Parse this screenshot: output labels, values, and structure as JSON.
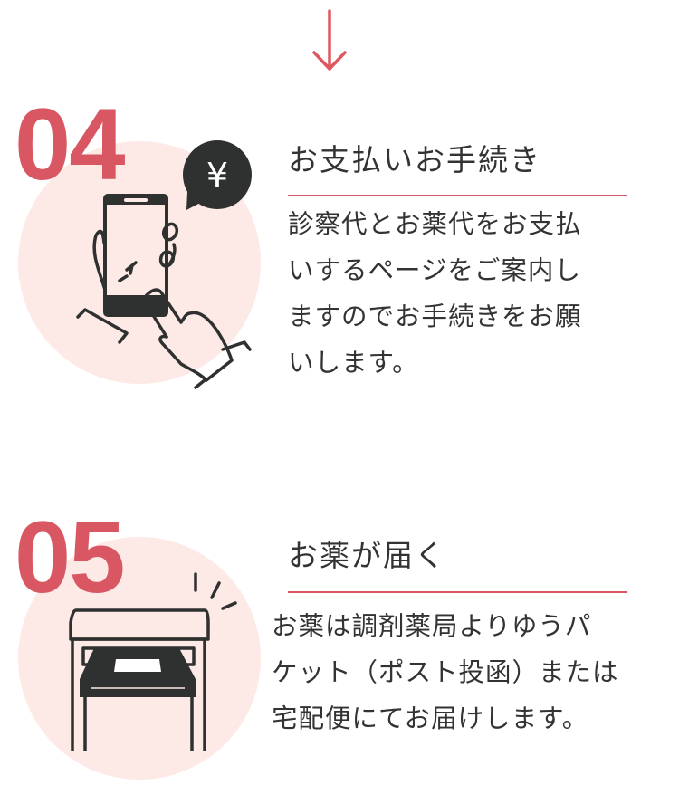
{
  "colors": {
    "accent": "#d95763",
    "circle": "#fde9e5",
    "text": "#333333",
    "icon": "#2f3130"
  },
  "steps": [
    {
      "number": "04",
      "icon": "smartphone-payment-icon",
      "badge_symbol": "¥",
      "title": "お支払いお手続き",
      "body_lines": [
        "診察代とお薬代をお支払",
        "いするページをご案内し",
        "ますのでお手続きをお願",
        "いします。"
      ]
    },
    {
      "number": "05",
      "icon": "mailbox-package-icon",
      "title": "お薬が届く",
      "body_lines": [
        "お薬は調剤薬局よりゆうパ",
        "ケット（ポスト投函）または",
        "宅配便にてお届けします。"
      ]
    }
  ]
}
